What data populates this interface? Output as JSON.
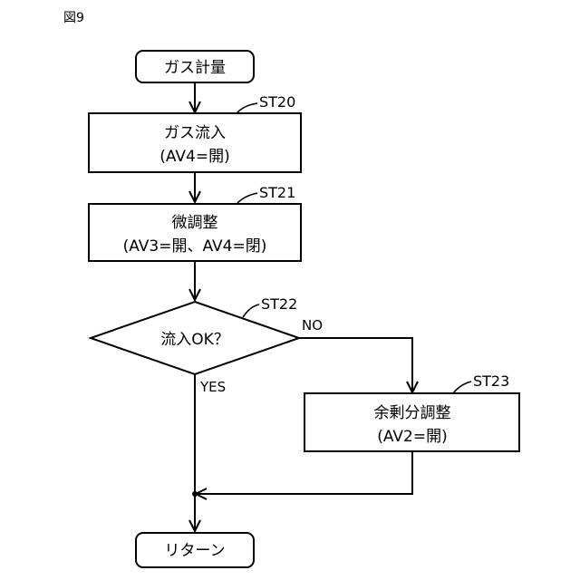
{
  "figure_label": "図9",
  "nodes": {
    "start": {
      "text": "ガス計量"
    },
    "st20": {
      "step": "ST20",
      "line1": "ガス流入",
      "line2": "(AV4=開)"
    },
    "st21": {
      "step": "ST21",
      "line1": "微調整",
      "line2": "(AV3=開、AV4=閉)"
    },
    "st22": {
      "step": "ST22",
      "text": "流入OK？"
    },
    "st23": {
      "step": "ST23",
      "line1": "余剰分調整",
      "line2": "(AV2=開)"
    },
    "end": {
      "text": "リターン"
    }
  },
  "edges": {
    "no_label": "NO",
    "yes_label": "YES"
  },
  "colors": {
    "stroke": "#000000",
    "background": "#ffffff"
  }
}
